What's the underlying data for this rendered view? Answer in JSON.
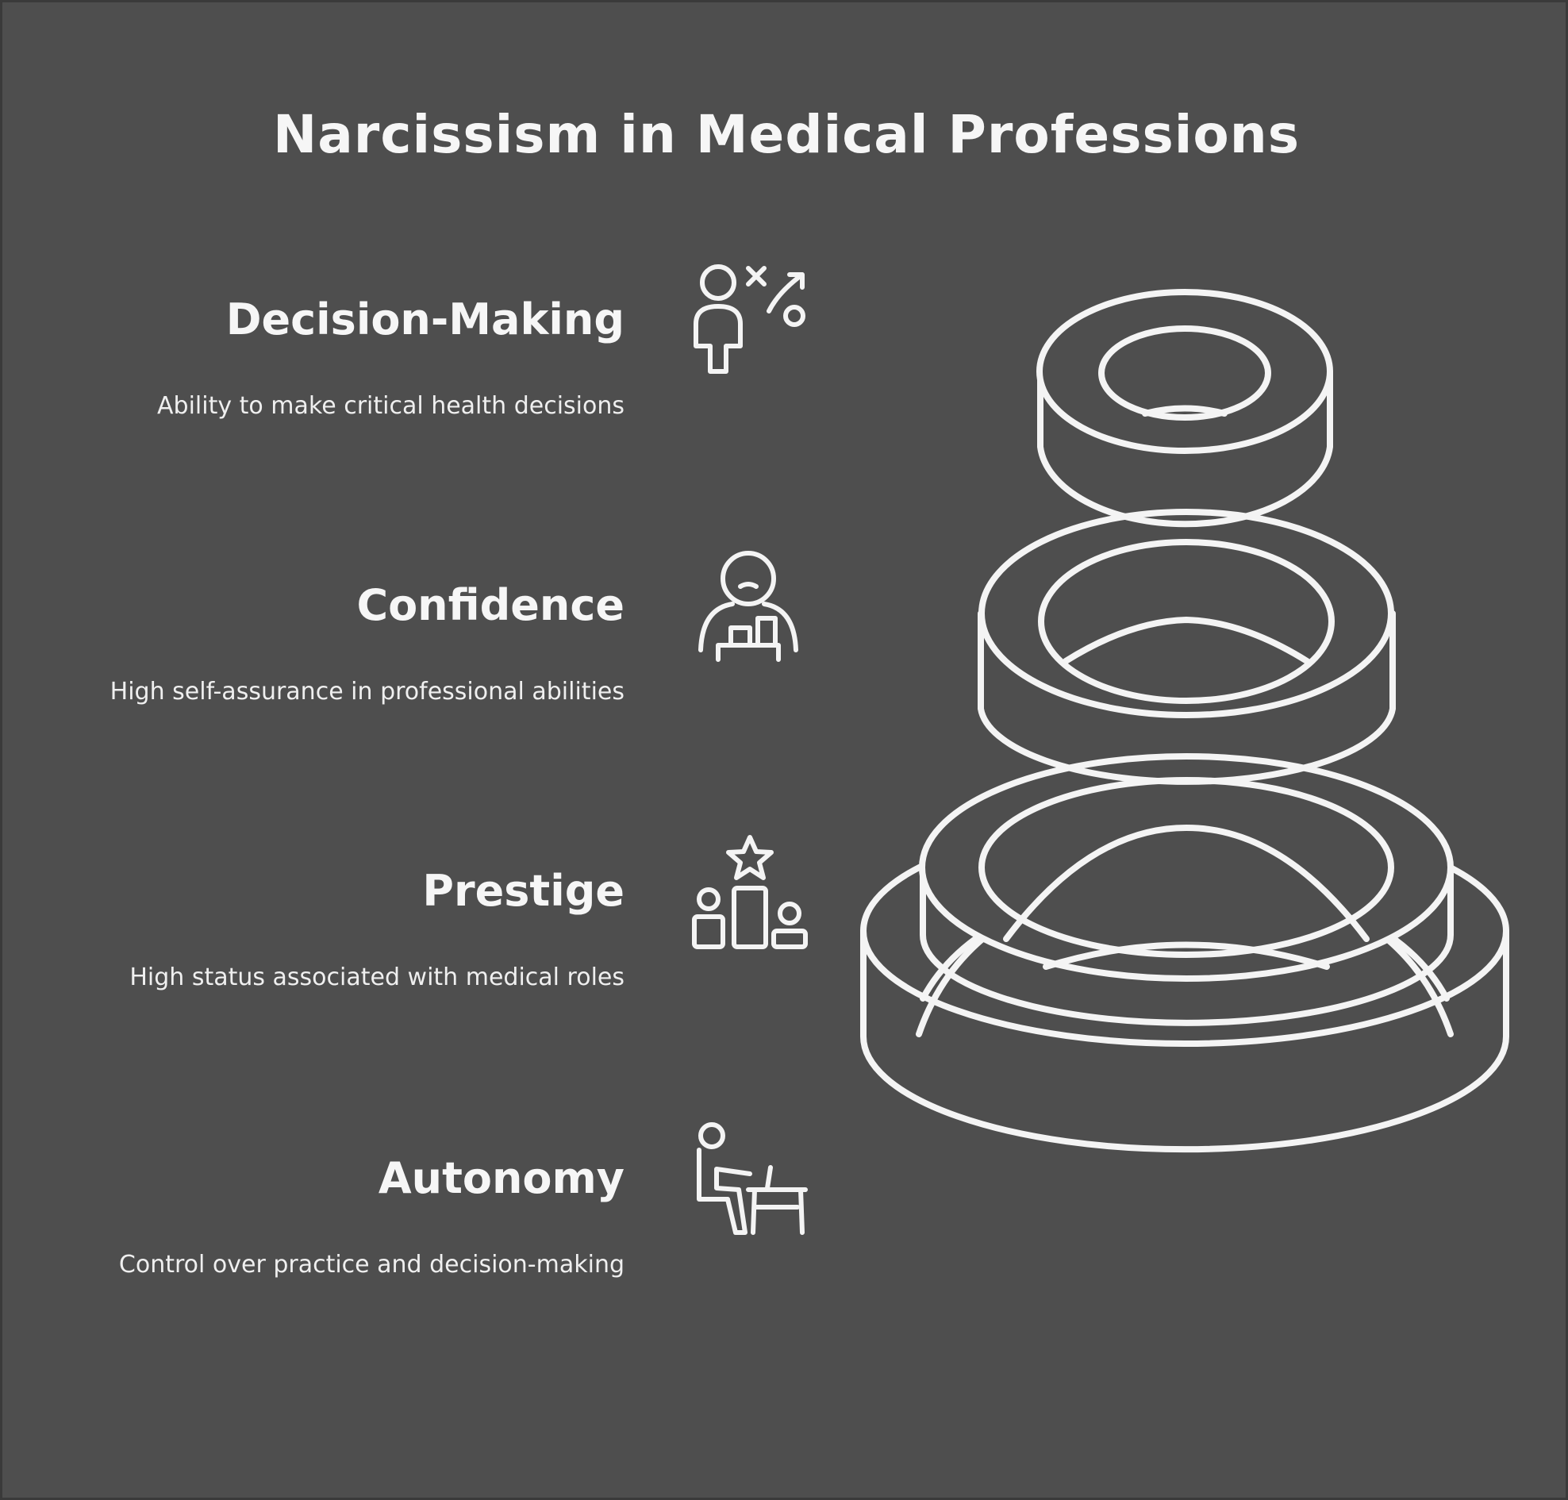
{
  "title": "Narcissism in Medical Professions",
  "items": [
    {
      "heading": "Decision-Making",
      "description": "Ability to make critical health decisions",
      "icon": "decision-person-icon"
    },
    {
      "heading": "Confidence",
      "description": "High self-assurance in professional abilities",
      "icon": "confident-person-icon"
    },
    {
      "heading": "Prestige",
      "description": "High status associated with medical roles",
      "icon": "podium-star-icon"
    },
    {
      "heading": "Autonomy",
      "description": "Control over practice and decision-making",
      "icon": "person-at-desk-icon"
    }
  ],
  "colors": {
    "background": "#4e4e4e",
    "stroke": "#f4f4f4"
  }
}
